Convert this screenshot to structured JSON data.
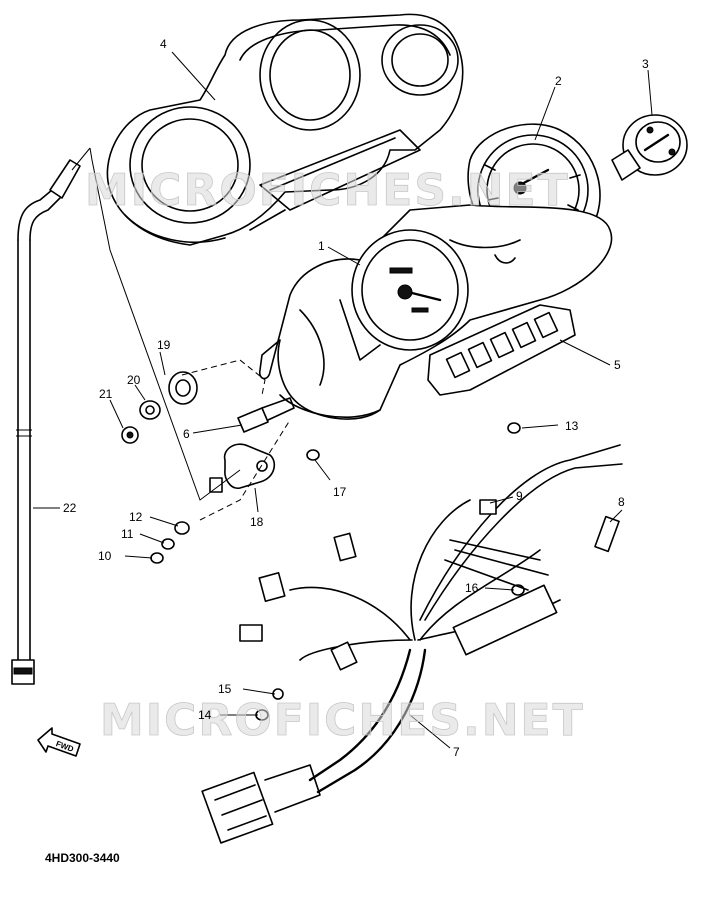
{
  "diagram": {
    "watermark_text": "MICROFICHES.NET",
    "diagram_code": "4HD300-3440",
    "direction_label": "FWD",
    "callouts": [
      "1",
      "2",
      "3",
      "4",
      "5",
      "6",
      "7",
      "8",
      "9",
      "10",
      "11",
      "12",
      "13",
      "14",
      "15",
      "16",
      "17",
      "18",
      "19",
      "20",
      "21",
      "22"
    ]
  }
}
